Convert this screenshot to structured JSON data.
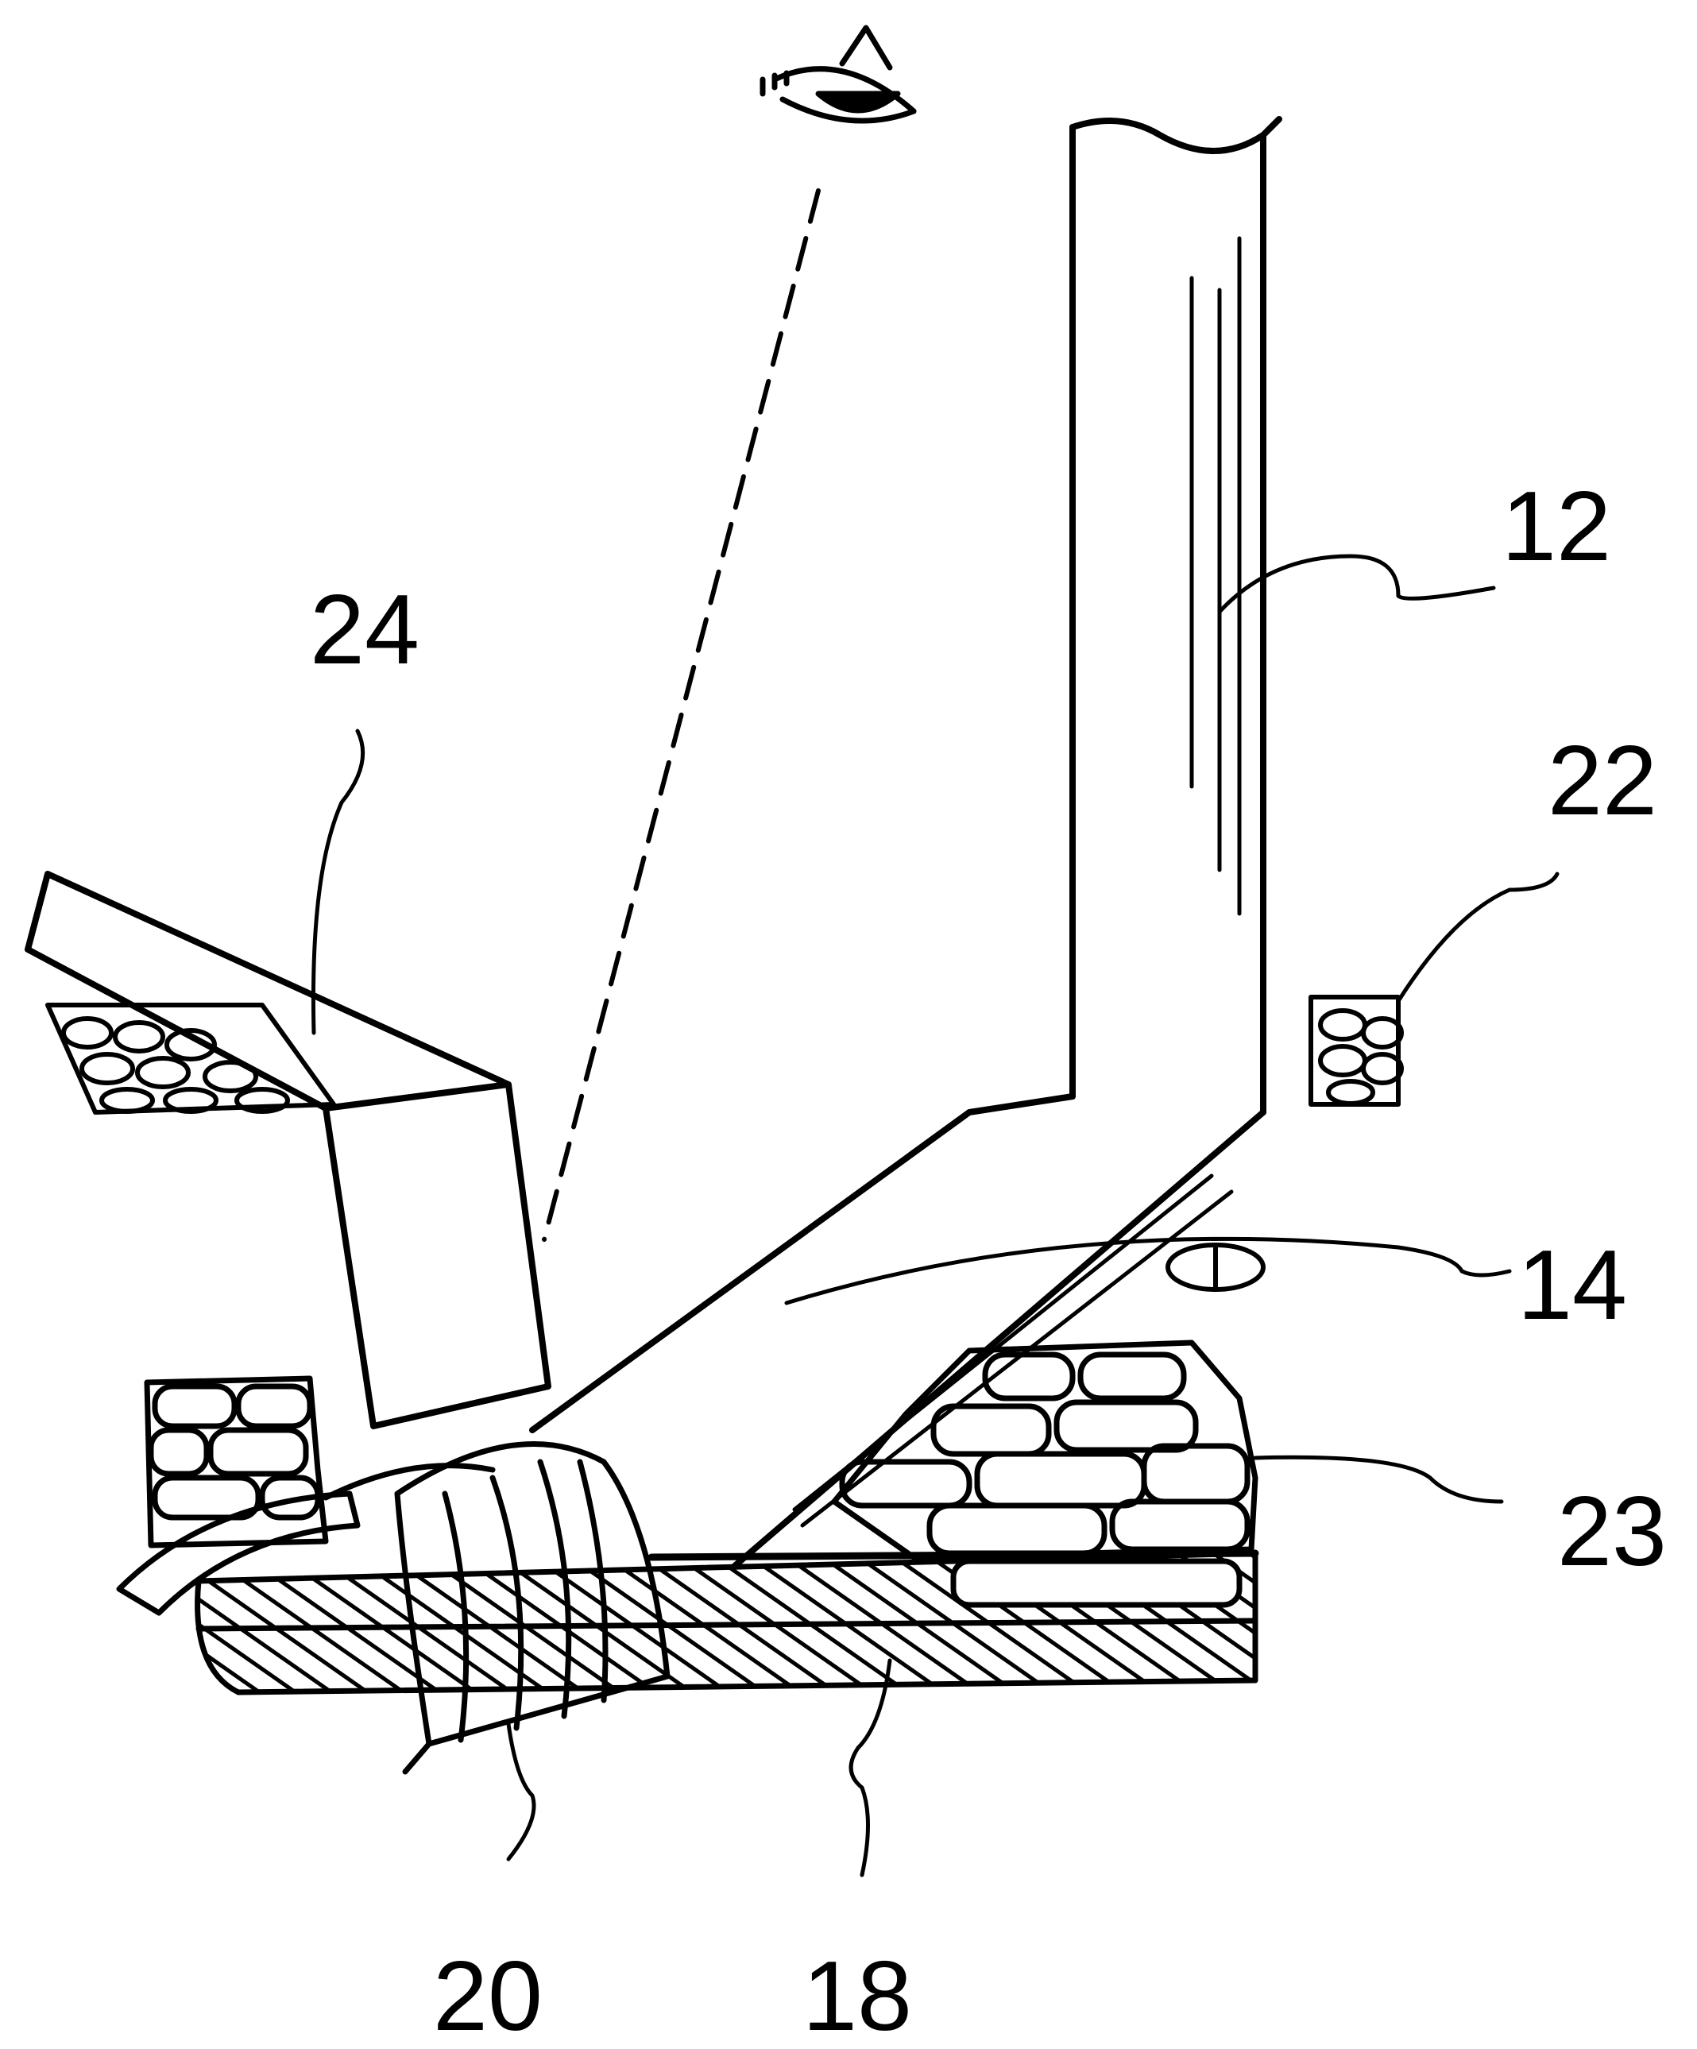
{
  "figure": {
    "labels": {
      "ref_12": "12",
      "ref_14": "14",
      "ref_18": "18",
      "ref_20": "20",
      "ref_22": "22",
      "ref_23": "23",
      "ref_24": "24"
    },
    "colors": {
      "ink": "#000000",
      "paper": "#ffffff"
    }
  }
}
